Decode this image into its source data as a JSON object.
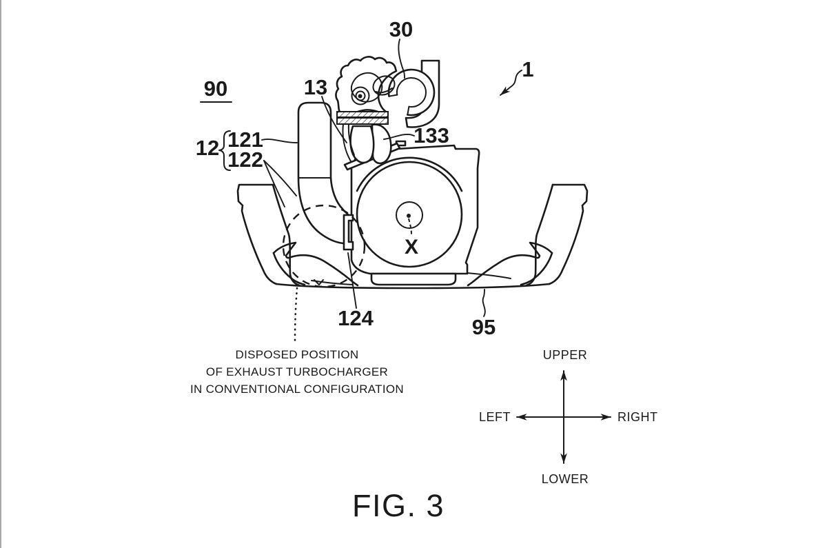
{
  "figure": {
    "caption": "FIG. 3"
  },
  "labels": {
    "ref_1": "1",
    "ref_90": "90",
    "ref_12": "12",
    "ref_121": "121",
    "ref_122": "122",
    "ref_13": "13",
    "ref_30": "30",
    "ref_133": "133",
    "ref_124": "124",
    "ref_95": "95",
    "axis_x": "X"
  },
  "annotation": {
    "line1": "DISPOSED POSITION",
    "line2": "OF EXHAUST TURBOCHARGER",
    "line3": "IN CONVENTIONAL CONFIGURATION"
  },
  "compass": {
    "upper": "UPPER",
    "lower": "LOWER",
    "left": "LEFT",
    "right": "RIGHT"
  },
  "colors": {
    "line": "#1a1a1a",
    "background": "#ffffff",
    "edge_border": "#a9a9a9"
  }
}
